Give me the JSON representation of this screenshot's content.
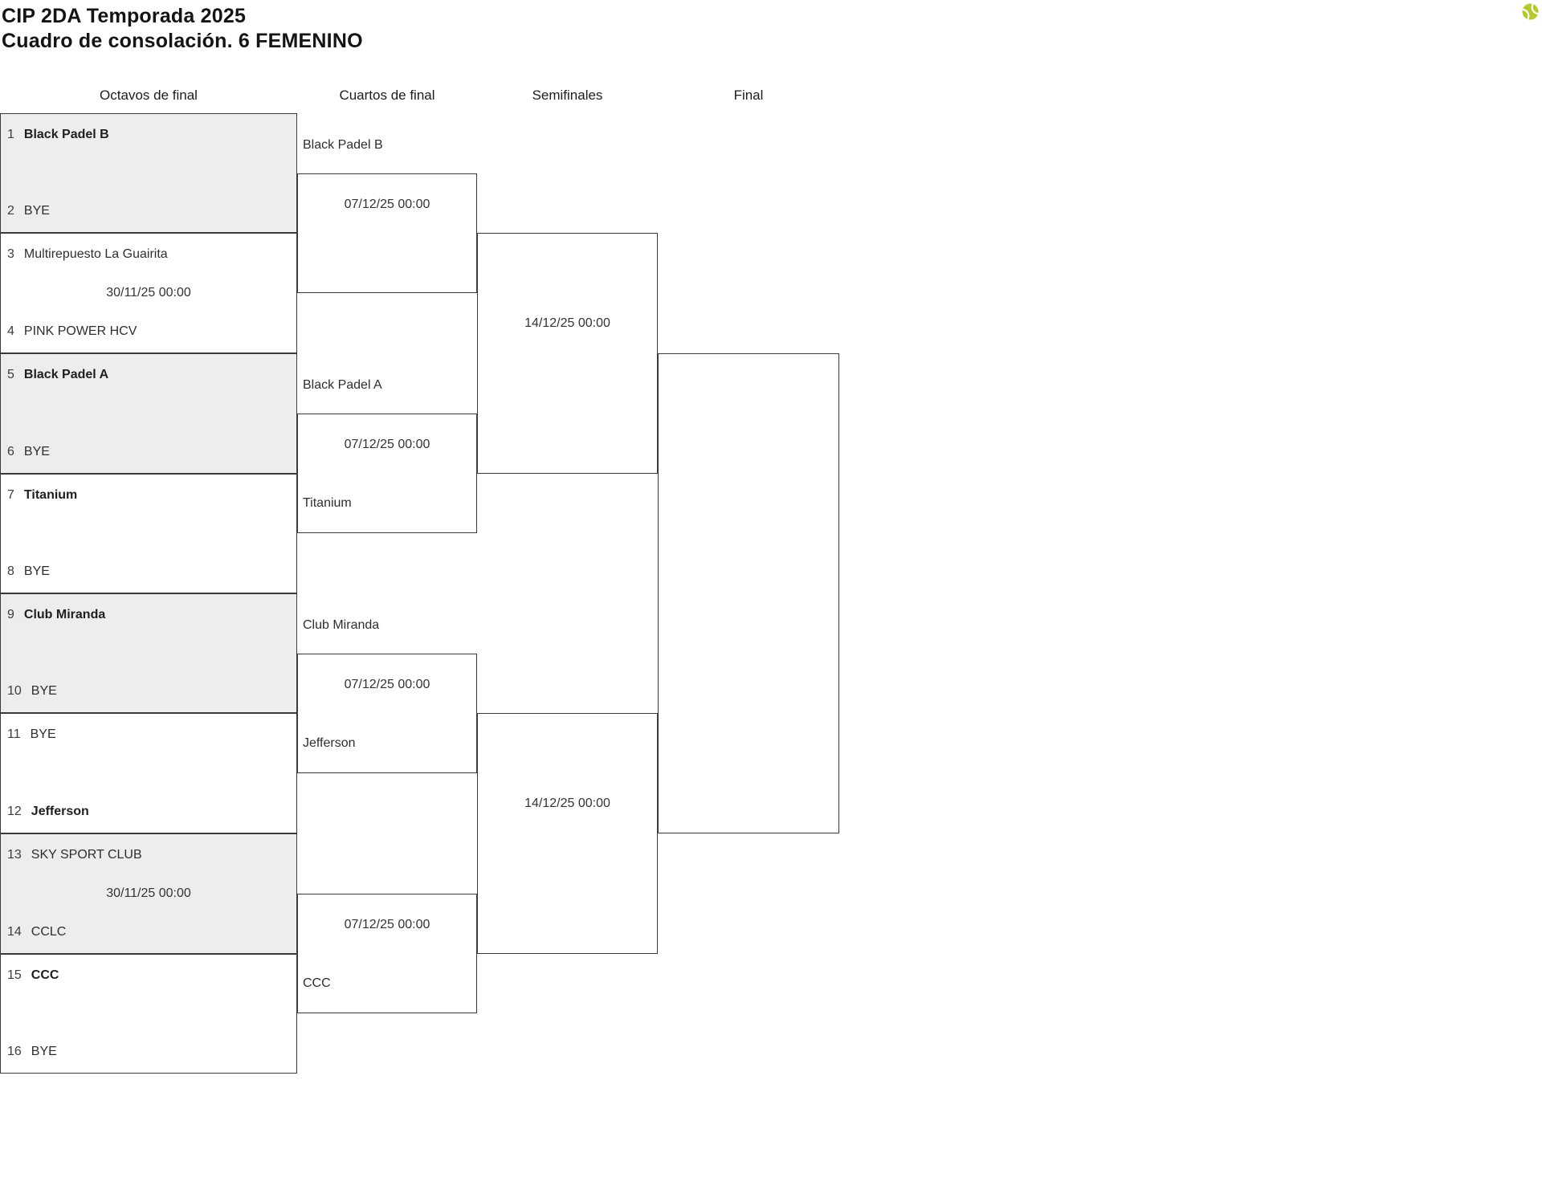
{
  "header": {
    "title_line1": "CIP 2DA Temporada 2025",
    "title_line2": "Cuadro de consolación. 6 FEMENINO"
  },
  "colors": {
    "ball_accent": "#b5c92c",
    "box_shaded": "#ededed",
    "line": "#3a3a3a",
    "text": "#333333"
  },
  "round_headers": [
    "Octavos de final",
    "Cuartos de final",
    "Semifinales",
    "Final"
  ],
  "octavos": [
    {
      "team1": {
        "seed": "1",
        "name": "Black Padel B",
        "advanced": true
      },
      "team2": {
        "seed": "2",
        "name": "BYE",
        "advanced": false
      }
    },
    {
      "team1": {
        "seed": "3",
        "name": "Multirepuesto La Guairita",
        "advanced": false
      },
      "team2": {
        "seed": "4",
        "name": "PINK POWER HCV",
        "advanced": false
      },
      "date": "30/11/25 00:00"
    },
    {
      "team1": {
        "seed": "5",
        "name": "Black Padel A",
        "advanced": true
      },
      "team2": {
        "seed": "6",
        "name": "BYE",
        "advanced": false
      }
    },
    {
      "team1": {
        "seed": "7",
        "name": "Titanium",
        "advanced": true
      },
      "team2": {
        "seed": "8",
        "name": "BYE",
        "advanced": false
      }
    },
    {
      "team1": {
        "seed": "9",
        "name": "Club Miranda",
        "advanced": true
      },
      "team2": {
        "seed": "10",
        "name": "BYE",
        "advanced": false
      }
    },
    {
      "team1": {
        "seed": "11",
        "name": "BYE",
        "advanced": false
      },
      "team2": {
        "seed": "12",
        "name": "Jefferson",
        "advanced": true
      }
    },
    {
      "team1": {
        "seed": "13",
        "name": "SKY SPORT CLUB",
        "advanced": false
      },
      "team2": {
        "seed": "14",
        "name": "CCLC",
        "advanced": false
      },
      "date": "30/11/25 00:00"
    },
    {
      "team1": {
        "seed": "15",
        "name": "CCC",
        "advanced": true
      },
      "team2": {
        "seed": "16",
        "name": "BYE",
        "advanced": false
      }
    }
  ],
  "cuartos": [
    {
      "team_top": "Black Padel B",
      "date": "07/12/25 00:00"
    },
    {
      "team_top": "Black Padel A",
      "team_bottom": "Titanium",
      "date": "07/12/25 00:00"
    },
    {
      "team_top": "Club Miranda",
      "team_bottom": "Jefferson",
      "date": "07/12/25 00:00"
    },
    {
      "team_bottom": "CCC",
      "date": "07/12/25 00:00"
    }
  ],
  "semifinales": [
    {
      "date": "14/12/25 00:00"
    },
    {
      "date": "14/12/25 00:00"
    }
  ]
}
